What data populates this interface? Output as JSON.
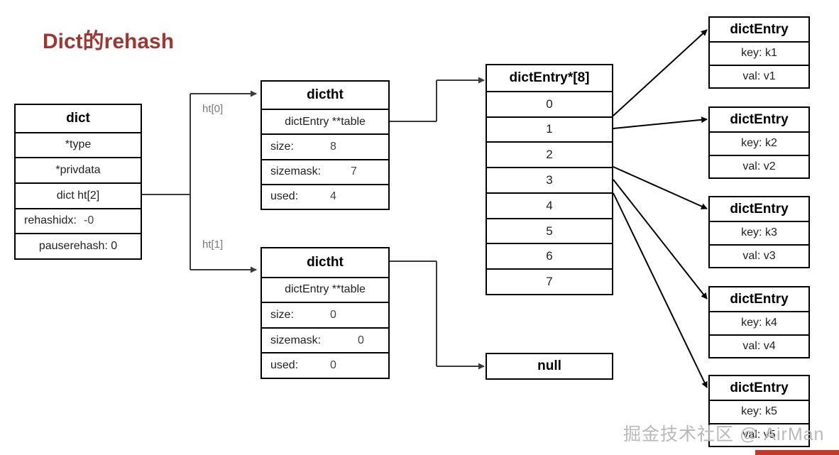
{
  "title": "Dict的rehash",
  "colors": {
    "title": "#9e3631",
    "line": "#000000",
    "label": "#7a7a7a",
    "watermark": "#b9b9b9",
    "accent_bar": "#c0392b"
  },
  "dict_struct": {
    "header": "dict",
    "fields": [
      {
        "label": "*type",
        "value": ""
      },
      {
        "label": "*privdata",
        "value": ""
      },
      {
        "label": "dict ht[2]",
        "value": ""
      },
      {
        "label": "rehashidx:",
        "value": "-0"
      },
      {
        "label": "pauserehash: 0",
        "value": ""
      }
    ]
  },
  "edge_labels": {
    "ht0": "ht[0]",
    "ht1": "ht[1]"
  },
  "dictht0": {
    "header": "dictht",
    "table_label": "dictEntry **table",
    "size_label": "size:",
    "size_value": "8",
    "sizemask_label": "sizemask:",
    "sizemask_value": "7",
    "used_label": "used:",
    "used_value": "4"
  },
  "dictht1": {
    "header": "dictht",
    "table_label": "dictEntry **table",
    "size_label": "size:",
    "size_value": "0",
    "sizemask_label": "sizemask:",
    "sizemask_value": "0",
    "used_label": "used:",
    "used_value": "0"
  },
  "bucket_array": {
    "header": "dictEntry*[8]",
    "slots": [
      "0",
      "1",
      "2",
      "3",
      "4",
      "5",
      "6",
      "7"
    ]
  },
  "null_box": {
    "label": "null"
  },
  "entries": [
    {
      "header": "dictEntry",
      "key": "key: k1",
      "val": "val: v1"
    },
    {
      "header": "dictEntry",
      "key": "key: k2",
      "val": "val: v2"
    },
    {
      "header": "dictEntry",
      "key": "key: k3",
      "val": "val: v3"
    },
    {
      "header": "dictEntry",
      "key": "key: k4",
      "val": "val: v4"
    },
    {
      "header": "dictEntry",
      "key": "key: k5",
      "val": "val: v5"
    }
  ],
  "watermark": "掘金技术社区 @ AirMan"
}
